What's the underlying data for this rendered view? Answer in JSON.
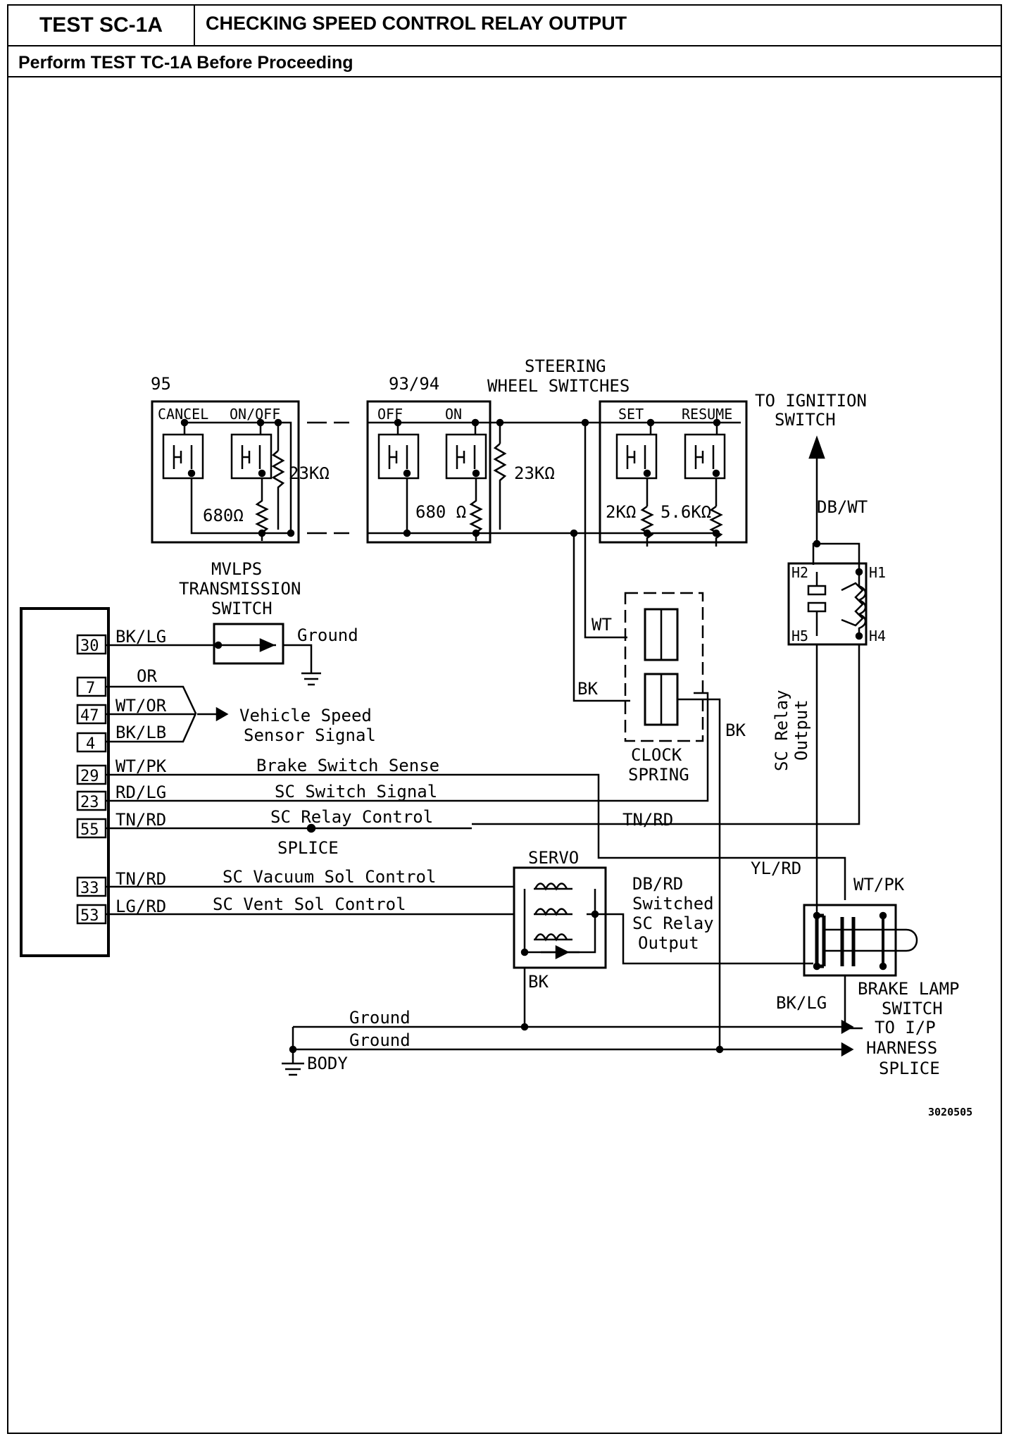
{
  "header": {
    "test_id": "TEST SC-1A",
    "title": "CHECKING SPEED CONTROL RELAY OUTPUT",
    "prerequisite": "Perform TEST TC-1A Before Proceeding"
  },
  "diagram": {
    "switch_groups": {
      "g95": {
        "label": "95",
        "sw1": "CANCEL",
        "sw2": "ON/OFF",
        "r1": "680Ω",
        "r2": "23KΩ"
      },
      "g9394": {
        "label": "93/94",
        "sw1": "OFF",
        "sw2": "ON",
        "r1": "680 Ω",
        "r2": "23KΩ"
      },
      "steering": {
        "title1": "STEERING",
        "title2": "WHEEL SWITCHES",
        "sw1": "SET",
        "sw2": "RESUME",
        "r1": "2KΩ",
        "r2": "5.6KΩ"
      }
    },
    "ignition": {
      "line1": "TO IGNITION",
      "line2": "SWITCH",
      "wire": "DB/WT"
    },
    "relay": {
      "h1": "H1",
      "h2": "H2",
      "h4": "H4",
      "h5": "H5",
      "output1": "SC Relay",
      "output2": "Output"
    },
    "mvlps": {
      "line1": "MVLPS",
      "line2": "TRANSMISSION",
      "line3": "SWITCH",
      "ground": "Ground"
    },
    "connector_pins": [
      {
        "pin": "30",
        "wire": "BK/LG"
      },
      {
        "pin": "7",
        "wire": "OR"
      },
      {
        "pin": "47",
        "wire": "WT/OR"
      },
      {
        "pin": "4",
        "wire": "BK/LB"
      },
      {
        "pin": "29",
        "wire": "WT/PK",
        "circuit": "Brake Switch Sense"
      },
      {
        "pin": "23",
        "wire": "RD/LG",
        "circuit": "SC Switch Signal"
      },
      {
        "pin": "55",
        "wire": "TN/RD",
        "circuit": "SC Relay Control"
      },
      {
        "pin": "33",
        "wire": "TN/RD",
        "circuit": "SC Vacuum Sol Control"
      },
      {
        "pin": "53",
        "wire": "LG/RD",
        "circuit": "SC Vent Sol Control"
      }
    ],
    "vss": {
      "line1": "Vehicle Speed",
      "line2": "Sensor Signal"
    },
    "splice": "SPLICE",
    "clock_spring": {
      "line1": "CLOCK",
      "line2": "SPRING",
      "wt": "WT",
      "bk": "BK",
      "bk_right": "BK"
    },
    "tn_rd_right": "TN/RD",
    "yl_rd": "YL/RD",
    "wt_pk": "WT/PK",
    "servo": {
      "label": "SERVO",
      "bk": "BK"
    },
    "db_rd": {
      "line1": "DB/RD",
      "line2": "Switched",
      "line3": "SC Relay",
      "line4": "Output"
    },
    "brake_lamp": {
      "line1": "BRAKE LAMP",
      "line2": "SWITCH",
      "bk_lg": "BK/LG"
    },
    "ground1": "Ground",
    "ground2": "Ground",
    "body": "BODY",
    "ip_harness": {
      "line1": "TO I/P",
      "line2": "HARNESS",
      "line3": "SPLICE"
    },
    "figure_no": "3020505"
  }
}
